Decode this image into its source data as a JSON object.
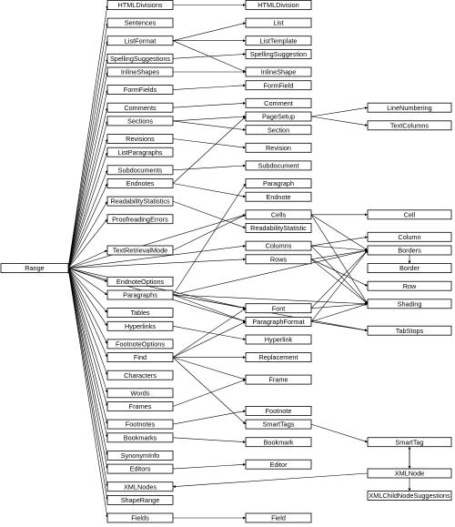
{
  "diagram": {
    "nodes": [
      {
        "id": "Range",
        "label": "Range",
        "col": 0,
        "row": 59
      },
      {
        "id": "HTMLDivisions",
        "label": "HTMLDivisions",
        "col": 1,
        "row": 0
      },
      {
        "id": "Sentences",
        "label": "Sentences",
        "col": 1,
        "row": 4
      },
      {
        "id": "ListFormat",
        "label": "ListFormat",
        "col": 1,
        "row": 8
      },
      {
        "id": "SpellingSuggestions",
        "label": "SpellingSuggestions",
        "col": 1,
        "row": 12
      },
      {
        "id": "InlineShapes",
        "label": "InlineShapes",
        "col": 1,
        "row": 15
      },
      {
        "id": "FormFields",
        "label": "FormFields",
        "col": 1,
        "row": 19
      },
      {
        "id": "Comments",
        "label": "Comments",
        "col": 1,
        "row": 23
      },
      {
        "id": "Sections",
        "label": "Sections",
        "col": 1,
        "row": 26
      },
      {
        "id": "Revisions",
        "label": "Revisions",
        "col": 1,
        "row": 30
      },
      {
        "id": "ListParagraphs",
        "label": "ListParagraphs",
        "col": 1,
        "row": 33
      },
      {
        "id": "Subdocuments",
        "label": "Subdocuments",
        "col": 1,
        "row": 37
      },
      {
        "id": "Endnotes",
        "label": "Endnotes",
        "col": 1,
        "row": 40
      },
      {
        "id": "ReadabilityStatistics",
        "label": "ReadabilityStatistics",
        "col": 1,
        "row": 44
      },
      {
        "id": "ProofreadingErrors",
        "label": "ProofreadingErrors",
        "col": 1,
        "row": 48
      },
      {
        "id": "TextRetrievalMode",
        "label": "TextRetrievalMode",
        "col": 1,
        "row": 55
      },
      {
        "id": "EndnoteOptions",
        "label": "EndnoteOptions",
        "col": 1,
        "row": 62
      },
      {
        "id": "Paragraphs",
        "label": "Paragraphs",
        "col": 1,
        "row": 65
      },
      {
        "id": "Tables",
        "label": "Tables",
        "col": 1,
        "row": 69
      },
      {
        "id": "Hyperlinks",
        "label": "Hyperlinks",
        "col": 1,
        "row": 72
      },
      {
        "id": "FootnoteOptions",
        "label": "FootnoteOptions",
        "col": 1,
        "row": 76
      },
      {
        "id": "Find",
        "label": "Find",
        "col": 1,
        "row": 79
      },
      {
        "id": "Characters",
        "label": "Characters",
        "col": 1,
        "row": 83
      },
      {
        "id": "Words",
        "label": "Words",
        "col": 1,
        "row": 87
      },
      {
        "id": "Frames",
        "label": "Frames",
        "col": 1,
        "row": 90
      },
      {
        "id": "Footnotes",
        "label": "Footnotes",
        "col": 1,
        "row": 94
      },
      {
        "id": "Bookmarks",
        "label": "Bookmarks",
        "col": 1,
        "row": 97
      },
      {
        "id": "SynonymInfo",
        "label": "SynonymInfo",
        "col": 1,
        "row": 101
      },
      {
        "id": "Editors",
        "label": "Editors",
        "col": 1,
        "row": 104
      },
      {
        "id": "XMLNodes",
        "label": "XMLNodes",
        "col": 1,
        "row": 108
      },
      {
        "id": "ShapeRange",
        "label": "ShapeRange",
        "col": 1,
        "row": 111
      },
      {
        "id": "Fields",
        "label": "Fields",
        "col": 1,
        "row": 115
      },
      {
        "id": "HTMLDivision",
        "label": "HTMLDivision",
        "col": 2,
        "row": 0
      },
      {
        "id": "List",
        "label": "List",
        "col": 2,
        "row": 4
      },
      {
        "id": "ListTemplate",
        "label": "ListTemplate",
        "col": 2,
        "row": 8
      },
      {
        "id": "SpellingSuggestion",
        "label": "SpellingSuggestion",
        "col": 2,
        "row": 11
      },
      {
        "id": "InlineShape",
        "label": "InlineShape",
        "col": 2,
        "row": 15
      },
      {
        "id": "FormField",
        "label": "FormField",
        "col": 2,
        "row": 18
      },
      {
        "id": "Comment",
        "label": "Comment",
        "col": 2,
        "row": 22
      },
      {
        "id": "PageSetup",
        "label": "PageSetup",
        "col": 2,
        "row": 25
      },
      {
        "id": "Section",
        "label": "Section",
        "col": 2,
        "row": 28
      },
      {
        "id": "Revision",
        "label": "Revision",
        "col": 2,
        "row": 32
      },
      {
        "id": "Subdocument",
        "label": "Subdocument",
        "col": 2,
        "row": 36
      },
      {
        "id": "Paragraph",
        "label": "Paragraph",
        "col": 2,
        "row": 40
      },
      {
        "id": "Endnote",
        "label": "Endnote",
        "col": 2,
        "row": 43
      },
      {
        "id": "Cells",
        "label": "Cells",
        "col": 2,
        "row": 47
      },
      {
        "id": "ReadabilityStatistic",
        "label": "ReadabilityStatistic",
        "col": 2,
        "row": 50
      },
      {
        "id": "Columns",
        "label": "Columns",
        "col": 2,
        "row": 54
      },
      {
        "id": "Rows",
        "label": "Rows",
        "col": 2,
        "row": 57
      },
      {
        "id": "Font",
        "label": "Font",
        "col": 2,
        "row": 68
      },
      {
        "id": "ParagraphFormat",
        "label": "ParagraphFormat",
        "col": 2,
        "row": 71
      },
      {
        "id": "Hyperlink",
        "label": "Hyperlink",
        "col": 2,
        "row": 75
      },
      {
        "id": "Replacement",
        "label": "Replacement",
        "col": 2,
        "row": 79
      },
      {
        "id": "Frame",
        "label": "Frame",
        "col": 2,
        "row": 84
      },
      {
        "id": "Footnote",
        "label": "Footnote",
        "col": 2,
        "row": 91
      },
      {
        "id": "SmartTags",
        "label": "SmartTags",
        "col": 2,
        "row": 94
      },
      {
        "id": "Bookmark",
        "label": "Bookmark",
        "col": 2,
        "row": 98
      },
      {
        "id": "Editor",
        "label": "Editor",
        "col": 2,
        "row": 103
      },
      {
        "id": "Field",
        "label": "Field",
        "col": 2,
        "row": 115
      },
      {
        "id": "LineNumbering",
        "label": "LineNumbering",
        "col": 3,
        "row": 23
      },
      {
        "id": "TextColumns",
        "label": "TextColumns",
        "col": 3,
        "row": 27
      },
      {
        "id": "Cell",
        "label": "Cell",
        "col": 3,
        "row": 47
      },
      {
        "id": "Column",
        "label": "Column",
        "col": 3,
        "row": 52
      },
      {
        "id": "Borders",
        "label": "Borders",
        "col": 3,
        "row": 55
      },
      {
        "id": "Border",
        "label": "Border",
        "col": 3,
        "row": 59
      },
      {
        "id": "Row",
        "label": "Row",
        "col": 3,
        "row": 63
      },
      {
        "id": "Shading",
        "label": "Shading",
        "col": 3,
        "row": 67
      },
      {
        "id": "TabStops",
        "label": "TabStops",
        "col": 3,
        "row": 73
      },
      {
        "id": "SmartTag",
        "label": "SmartTag",
        "col": 3,
        "row": 98
      },
      {
        "id": "XMLNode",
        "label": "XMLNode",
        "col": 3,
        "row": 105
      },
      {
        "id": "XMLChildNodeSuggestions",
        "label": "XMLChildNodeSuggestions",
        "col": 3,
        "row": 110
      }
    ],
    "edges": [
      [
        "HTMLDivisions",
        "HTMLDivision"
      ],
      [
        "ListFormat",
        "List"
      ],
      [
        "ListFormat",
        "ListTemplate"
      ],
      [
        "ListFormat",
        "InlineShape"
      ],
      [
        "SpellingSuggestions",
        "SpellingSuggestion"
      ],
      [
        "InlineShapes",
        "InlineShape"
      ],
      [
        "FormFields",
        "FormField"
      ],
      [
        "Comments",
        "Comment"
      ],
      [
        "Sections",
        "PageSetup"
      ],
      [
        "Sections",
        "Section"
      ],
      [
        "Revisions",
        "Revision"
      ],
      [
        "Subdocuments",
        "Subdocument"
      ],
      [
        "Endnotes",
        "PageSetup"
      ],
      [
        "Endnotes",
        "Endnote"
      ],
      [
        "ReadabilityStatistics",
        "ReadabilityStatistic"
      ],
      [
        "TextRetrievalMode",
        "Cells"
      ],
      [
        "Paragraphs",
        "Paragraph"
      ],
      [
        "Paragraphs",
        "Font"
      ],
      [
        "Paragraphs",
        "ParagraphFormat"
      ],
      [
        "Paragraphs",
        "Borders"
      ],
      [
        "Paragraphs",
        "Shading"
      ],
      [
        "Paragraphs",
        "TabStops"
      ],
      [
        "Hyperlinks",
        "Hyperlink"
      ],
      [
        "Find",
        "Font"
      ],
      [
        "Find",
        "ParagraphFormat"
      ],
      [
        "Find",
        "Replacement"
      ],
      [
        "Find",
        "Frame"
      ],
      [
        "Find",
        "SmartTags"
      ],
      [
        "Frames",
        "Frame"
      ],
      [
        "Footnotes",
        "Footnote"
      ],
      [
        "Bookmarks",
        "Bookmark"
      ],
      [
        "Editors",
        "Editor"
      ],
      [
        "Fields",
        "Field"
      ],
      [
        "PageSetup",
        "LineNumbering"
      ],
      [
        "PageSetup",
        "TextColumns"
      ],
      [
        "Cells",
        "Cell"
      ],
      [
        "Cells",
        "Borders"
      ],
      [
        "Cells",
        "Shading"
      ],
      [
        "Columns",
        "Column"
      ],
      [
        "Columns",
        "Borders"
      ],
      [
        "Columns",
        "Shading"
      ],
      [
        "Rows",
        "Row"
      ],
      [
        "Rows",
        "Borders"
      ],
      [
        "Rows",
        "Shading"
      ],
      [
        "Font",
        "Borders"
      ],
      [
        "Font",
        "Shading"
      ],
      [
        "ParagraphFormat",
        "Borders"
      ],
      [
        "ParagraphFormat",
        "Shading"
      ],
      [
        "ParagraphFormat",
        "TabStops"
      ],
      [
        "Borders",
        "Border"
      ],
      [
        "SmartTags",
        "SmartTag"
      ],
      [
        "SmartTag",
        "XMLNode"
      ],
      [
        "XMLNode",
        "SmartTag"
      ],
      [
        "XMLNode",
        "XMLNodes"
      ],
      [
        "XMLNode",
        "XMLChildNodeSuggestions"
      ],
      [
        "Range",
        "HTMLDivisions"
      ],
      [
        "Range",
        "Sentences"
      ],
      [
        "Range",
        "ListFormat"
      ],
      [
        "Range",
        "SpellingSuggestions"
      ],
      [
        "Range",
        "InlineShapes"
      ],
      [
        "Range",
        "FormFields"
      ],
      [
        "Range",
        "Comments"
      ],
      [
        "Range",
        "Sections"
      ],
      [
        "Range",
        "Revisions"
      ],
      [
        "Range",
        "ListParagraphs"
      ],
      [
        "Range",
        "Subdocuments"
      ],
      [
        "Range",
        "Endnotes"
      ],
      [
        "Range",
        "ReadabilityStatistics"
      ],
      [
        "Range",
        "ProofreadingErrors"
      ],
      [
        "Range",
        "TextRetrievalMode"
      ],
      [
        "Range",
        "EndnoteOptions"
      ],
      [
        "Range",
        "Paragraphs"
      ],
      [
        "Range",
        "Tables"
      ],
      [
        "Range",
        "Hyperlinks"
      ],
      [
        "Range",
        "FootnoteOptions"
      ],
      [
        "Range",
        "Find"
      ],
      [
        "Range",
        "Characters"
      ],
      [
        "Range",
        "Words"
      ],
      [
        "Range",
        "Frames"
      ],
      [
        "Range",
        "Footnotes"
      ],
      [
        "Range",
        "Bookmarks"
      ],
      [
        "Range",
        "SynonymInfo"
      ],
      [
        "Range",
        "Editors"
      ],
      [
        "Range",
        "XMLNodes"
      ],
      [
        "Range",
        "ShapeRange"
      ],
      [
        "Range",
        "Fields"
      ],
      [
        "Range",
        "Font"
      ],
      [
        "Range",
        "ParagraphFormat"
      ],
      [
        "Range",
        "Columns"
      ],
      [
        "Range",
        "Rows"
      ],
      [
        "Range",
        "Cells"
      ]
    ]
  }
}
